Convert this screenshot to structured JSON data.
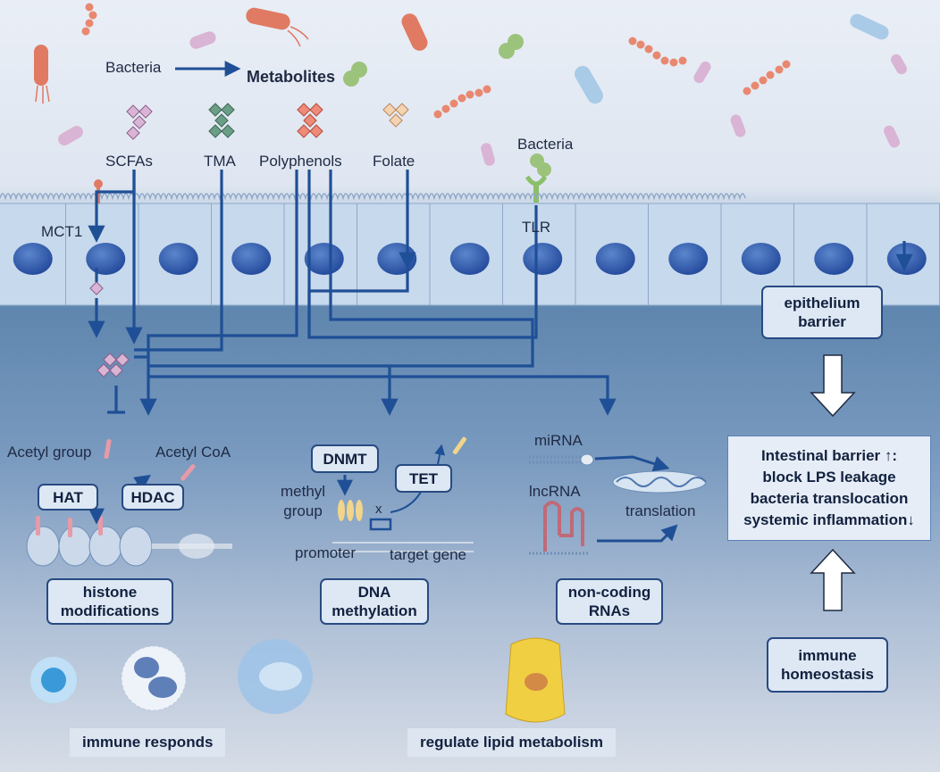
{
  "top": {
    "bacteria_label": "Bacteria",
    "metabolites_label": "Metabolites",
    "bacteria_tlr_label": "Bacteria",
    "tlr_label": "TLR",
    "mct1_label": "MCT1"
  },
  "metabolites": [
    "SCFAs",
    "TMA",
    "Polyphenols",
    "Folate"
  ],
  "histone": {
    "acetyl_group": "Acetyl group",
    "acetyl_coa": "Acetyl CoA",
    "hat": "HAT",
    "hdac": "HDAC",
    "title_line1": "histone",
    "title_line2": "modifications"
  },
  "dna": {
    "dnmt": "DNMT",
    "tet": "TET",
    "methyl_line1": "methyl",
    "methyl_line2": "group",
    "x_mark": "x",
    "promoter": "promoter",
    "target_gene": "target gene",
    "title_line1": "DNA",
    "title_line2": "methylation"
  },
  "ncrna": {
    "mirna": "miRNA",
    "lncrna": "lncRNA",
    "translation": "translation",
    "title_line1": "non-coding",
    "title_line2": "RNAs"
  },
  "right": {
    "epithelium_line1": "epithelium",
    "epithelium_line2": "barrier",
    "barrier_line1": "Intestinal barrier ↑:",
    "barrier_line2": "block LPS leakage",
    "barrier_line3": "bacteria translocation",
    "barrier_line4": "systemic inflammation↓",
    "immune_line1": "immune",
    "immune_line2": "homeostasis"
  },
  "bottom": {
    "immune_responds": "immune responds",
    "lipid": "regulate lipid metabolism"
  },
  "colors": {
    "arrow": "#1f4f96",
    "cell_fill": "#c7d9ec",
    "nucleus": "#2e5aa8",
    "bacteria_red": "#e07a63",
    "bacteria_green": "#9cc37b",
    "bacteria_pink": "#d9b4d4",
    "bacteria_blue": "#a9cbe8"
  }
}
